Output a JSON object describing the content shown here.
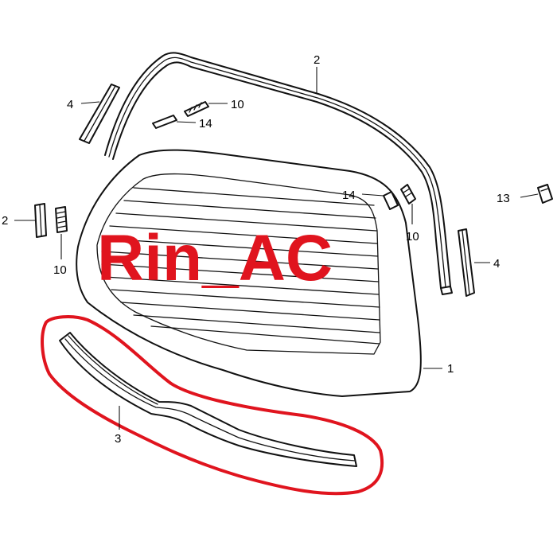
{
  "watermark": {
    "text": "Rin_AC",
    "color": "#e0141e"
  },
  "highlight_color": "#e0141e",
  "callouts": {
    "part_1": "1",
    "part_2_top": "2",
    "part_2_left": "2",
    "part_3": "3",
    "part_4_top": "4",
    "part_4_right": "4",
    "part_10_top": "10",
    "part_10_left": "10",
    "part_10_right": "10",
    "part_13": "13",
    "part_14_top": "14",
    "part_14_right": "14"
  }
}
